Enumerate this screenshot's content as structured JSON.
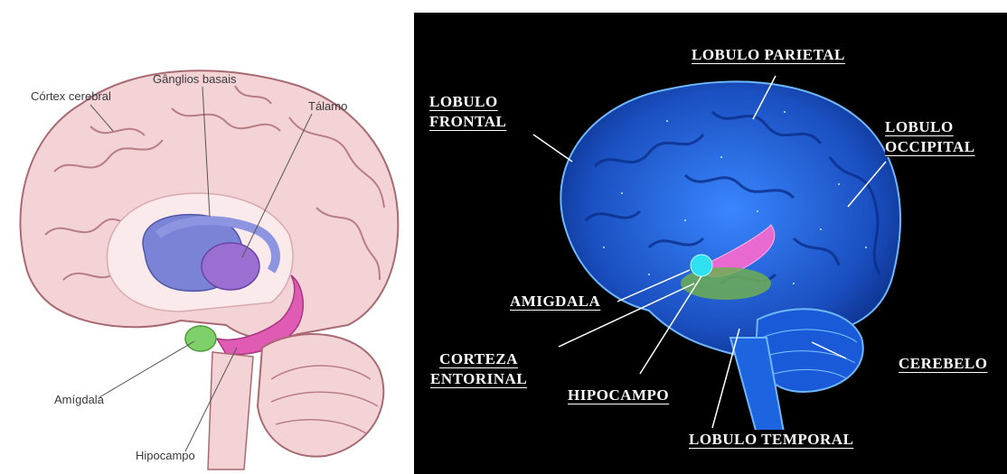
{
  "left_diagram": {
    "labels": {
      "cortex": "Córtex cerebral",
      "ganglios": "Gânglios basais",
      "talamo": "Tálamo",
      "amigdala": "Amígdala",
      "hipocampo": "Hipocampo"
    },
    "colors": {
      "brain": "#f3d3d6",
      "outline": "#a86a72",
      "ganglia": "#7b83d6",
      "thalamus": "#9b6fd1",
      "hippocampus": "#e05bb3",
      "amygdala": "#7fd06b"
    }
  },
  "right_diagram": {
    "labels": {
      "frontal": [
        "LOBULO",
        "FRONTAL"
      ],
      "parietal": "LOBULO PARIETAL",
      "occipital": [
        "LOBULO",
        "OCCIPITAL"
      ],
      "amigdala": "AMIGDALA",
      "corteza": [
        "CORTEZA",
        "ENTORINAL"
      ],
      "hipocampo": "HIPOCAMPO",
      "cerebelo": "CEREBELO",
      "temporal": "LOBULO TEMPORAL"
    },
    "colors": {
      "background": "#000000",
      "brain": "#1e5fd6",
      "glow": "#5fb0ff",
      "hippocampus": "#e86ad0",
      "amygdala": "#2fe0f0",
      "entorhinal": "#6fae52"
    }
  }
}
